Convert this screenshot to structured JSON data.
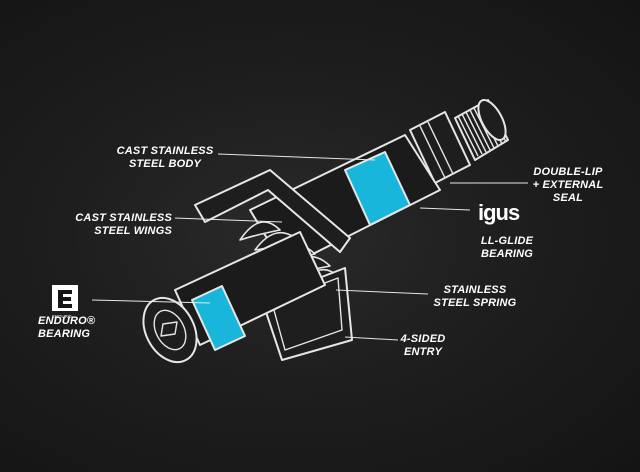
{
  "colors": {
    "background": "#1c1c1c",
    "line": "#e6e6e6",
    "seal": "#19b6dc"
  },
  "labels": {
    "body": "CAST STAINLESS\nSTEEL BODY",
    "wings": "CAST STAINLESS\nSTEEL WINGS",
    "seal": "DOUBLE-LIP\n+ EXTERNAL\nSEAL",
    "glide": "LL-GLIDE\nBEARING",
    "spring": "STAINLESS\nSTEEL SPRING",
    "entry": "4-SIDED\nENTRY",
    "enduro": "ENDURO®\nBEARING"
  },
  "logos": {
    "igus": "igus",
    "enduro": "ENDURO"
  }
}
